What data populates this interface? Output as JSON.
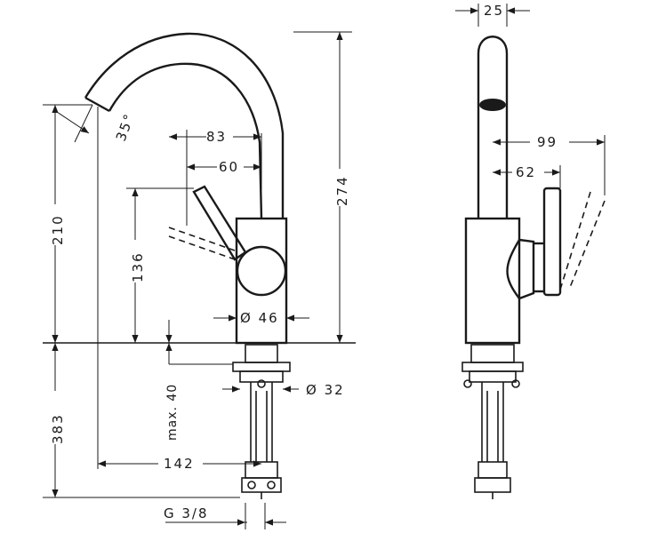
{
  "dimensions": {
    "spout_reach_upper": "83",
    "lever_reach_upper": "60",
    "overall_height": "274",
    "spout_height": "210",
    "lever_height": "136",
    "body_diameter": "Ø 46",
    "swivel_angle": "35°",
    "below_deck_length": "383",
    "max_deck_thickness": "max. 40",
    "spout_reach": "142",
    "shank_diameter": "Ø 32",
    "connection_thread": "G 3/8",
    "side_width": "25",
    "side_lever_reach_outer": "99",
    "side_lever_reach_inner": "62"
  },
  "colors": {
    "line": "#1a1a1a",
    "background": "#ffffff"
  }
}
